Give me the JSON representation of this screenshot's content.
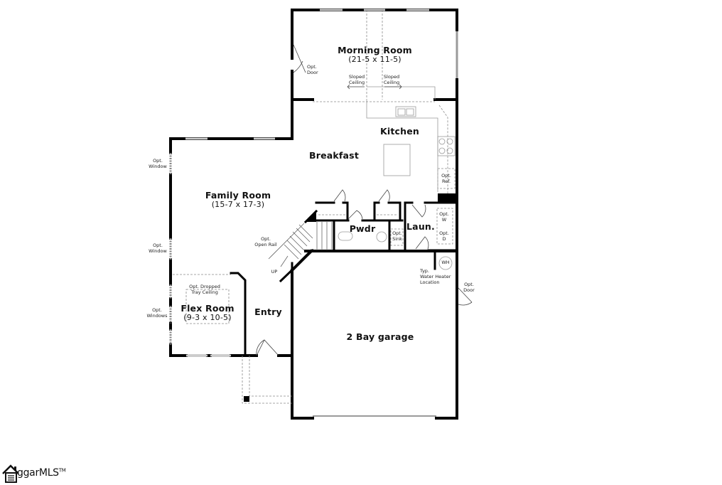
{
  "plan": {
    "rooms": {
      "morning_room": {
        "name": "Morning Room",
        "dims": "(21-5 x 11-5)"
      },
      "kitchen": {
        "name": "Kitchen"
      },
      "breakfast": {
        "name": "Breakfast"
      },
      "family_room": {
        "name": "Family Room",
        "dims": "(15-7 x 17-3)"
      },
      "pwdr": {
        "name": "Pwdr"
      },
      "laun": {
        "name": "Laun."
      },
      "flex_room": {
        "name": "Flex Room",
        "dims": "(9-3 x 10-5)"
      },
      "entry": {
        "name": "Entry"
      },
      "garage": {
        "name": "2 Bay garage"
      }
    },
    "notes": {
      "morning_opt_door": [
        "Opt.",
        "Door"
      ],
      "sloped_ceiling_left": [
        "Sloped",
        "Ceiling"
      ],
      "sloped_ceiling_right": [
        "Sloped",
        "Ceiling"
      ],
      "opt_ref": [
        "Opt.",
        "Ref."
      ],
      "opt_window_upper": [
        "Opt.",
        "Window"
      ],
      "opt_window_lower": [
        "Opt.",
        "Window"
      ],
      "opt_open_rail": [
        "Opt.",
        "Open Rail"
      ],
      "up": "UP",
      "opt_sink": [
        "Opt.",
        "Sink"
      ],
      "opt_w": [
        "Opt.",
        "W"
      ],
      "opt_d": [
        "Opt.",
        "D"
      ],
      "wh": "WH",
      "water_heater": [
        "Typ.",
        "Water Heater",
        "Location"
      ],
      "garage_opt_door": [
        "Opt.",
        "Door"
      ],
      "opt_dropped_tray": [
        "Opt. Dropped",
        "Tray Ceiling"
      ],
      "opt_windows": [
        "Opt.",
        "Windows"
      ]
    }
  },
  "watermark": {
    "brand": "ggarMLS",
    "trademark": "TM"
  },
  "colors": {
    "wall": "#000000",
    "window": "#9a9a9a",
    "dashed": "#8a8a8a",
    "background": "#ffffff"
  }
}
